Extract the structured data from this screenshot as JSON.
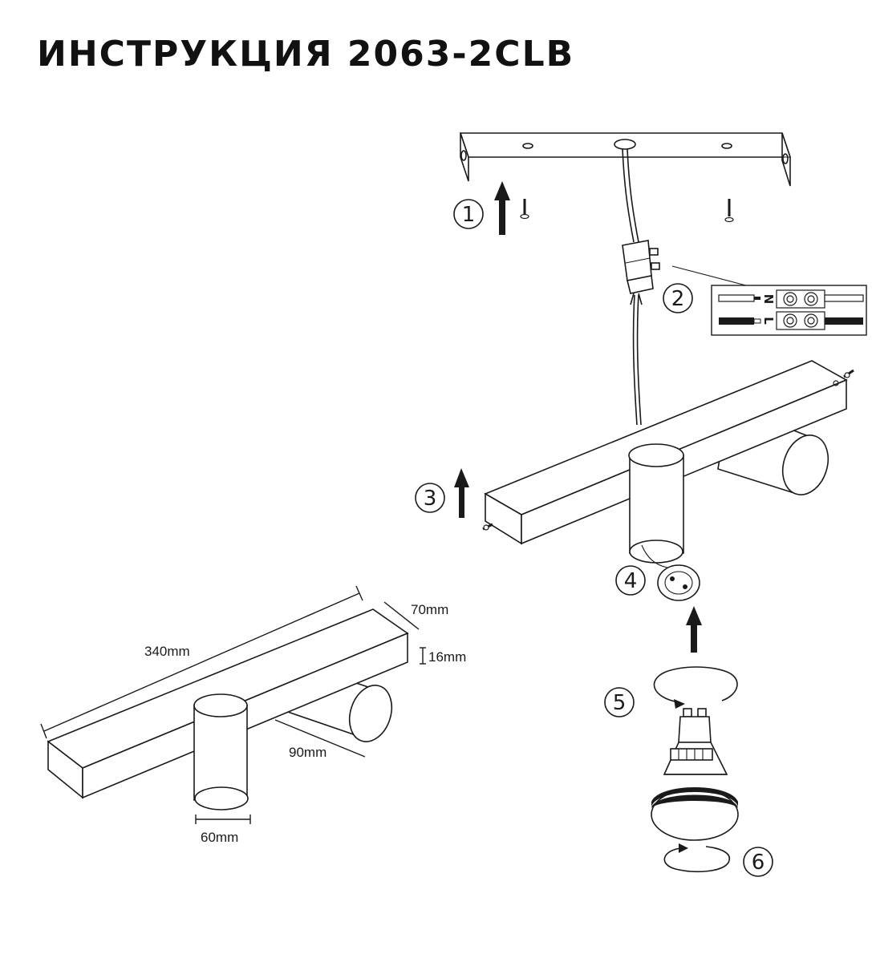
{
  "title": "ИНСТРУКЦИЯ 2063-2CLB",
  "steps": [
    "1",
    "2",
    "3",
    "4",
    "5",
    "6"
  ],
  "wiring": {
    "neutral_label": "N",
    "live_label": "L"
  },
  "dimensions": {
    "length": "340mm",
    "depth": "70mm",
    "height": "16mm",
    "spot_length": "90mm",
    "spot_diameter": "60mm"
  }
}
